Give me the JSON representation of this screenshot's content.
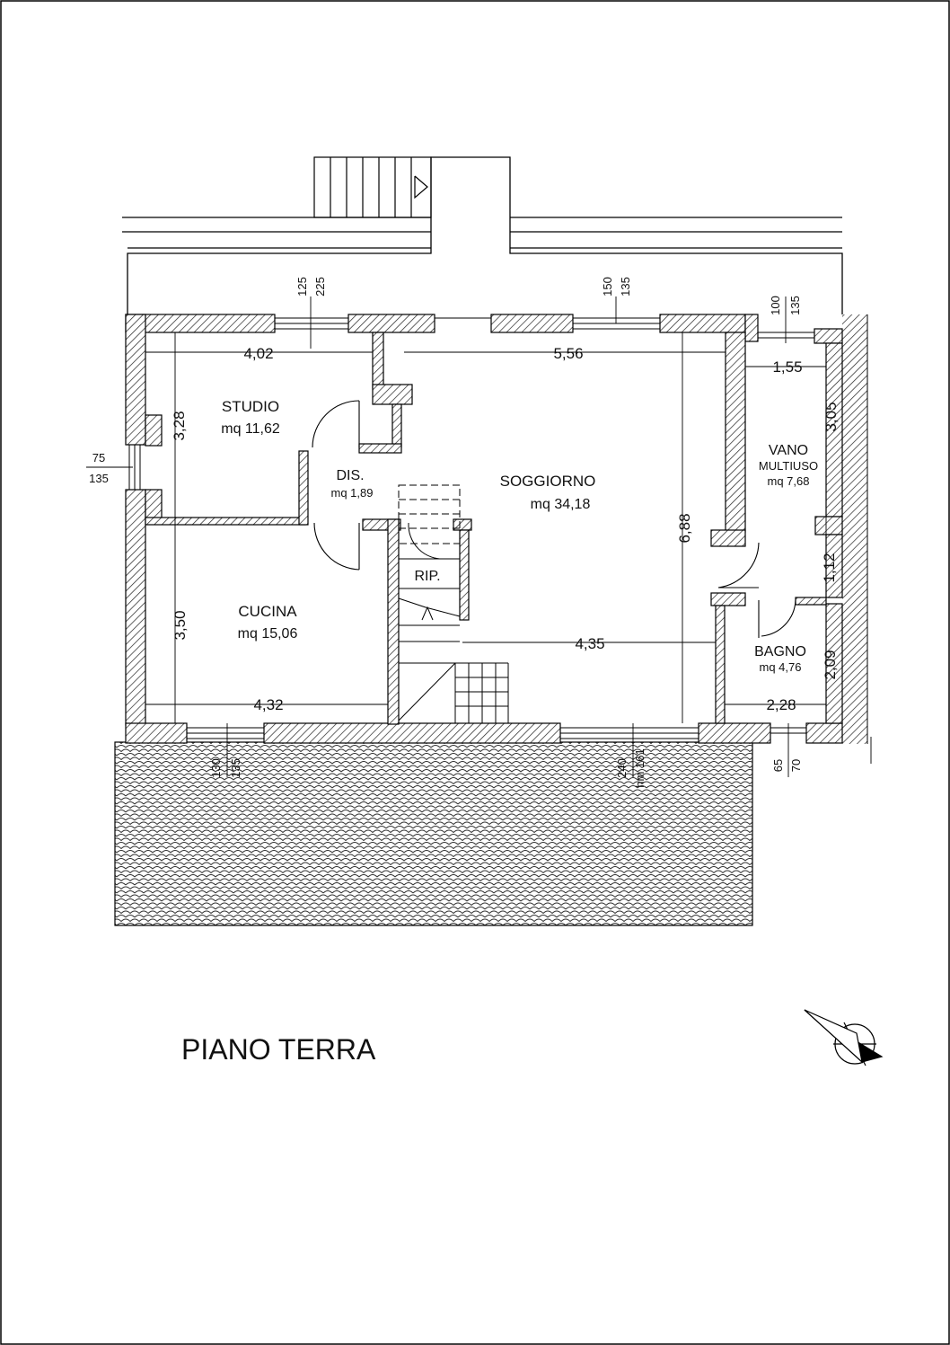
{
  "title": "PIANO TERRA",
  "rooms": {
    "studio": {
      "name": "STUDIO",
      "area": "mq 11,62"
    },
    "dis": {
      "name": "DIS.",
      "area": "mq 1,89"
    },
    "soggiorno": {
      "name": "SOGGIORNO",
      "area": "mq 34,18"
    },
    "vano": {
      "name": "VANO",
      "name2": "MULTIUSO",
      "area": "mq 7,68"
    },
    "cucina": {
      "name": "CUCINA",
      "area": "mq 15,06"
    },
    "rip": {
      "name": "RIP."
    },
    "bagno": {
      "name": "BAGNO",
      "area": "mq 4,76"
    }
  },
  "dimensions": {
    "studio_w": "4,02",
    "studio_h": "3,28",
    "soggiorno_w": "5,56",
    "soggiorno_h": "6,88",
    "soggiorno_w2": "4,35",
    "vano_w": "1,55",
    "vano_h": "3,05",
    "vano_h2": "1,12",
    "cucina_h": "3,50",
    "cucina_w": "4,32",
    "bagno_h": "2,09",
    "bagno_w": "2,28"
  },
  "openings": {
    "w1_a": "125",
    "w1_b": "225",
    "w2_a": "150",
    "w2_b": "135",
    "w3_a": "100",
    "w3_b": "135",
    "w4_a": "75",
    "w4_b": "135",
    "w5_a": "130",
    "w5_b": "135",
    "w6_a": "240",
    "w6_b": "hm 161",
    "w7_a": "65",
    "w7_b": "70"
  }
}
